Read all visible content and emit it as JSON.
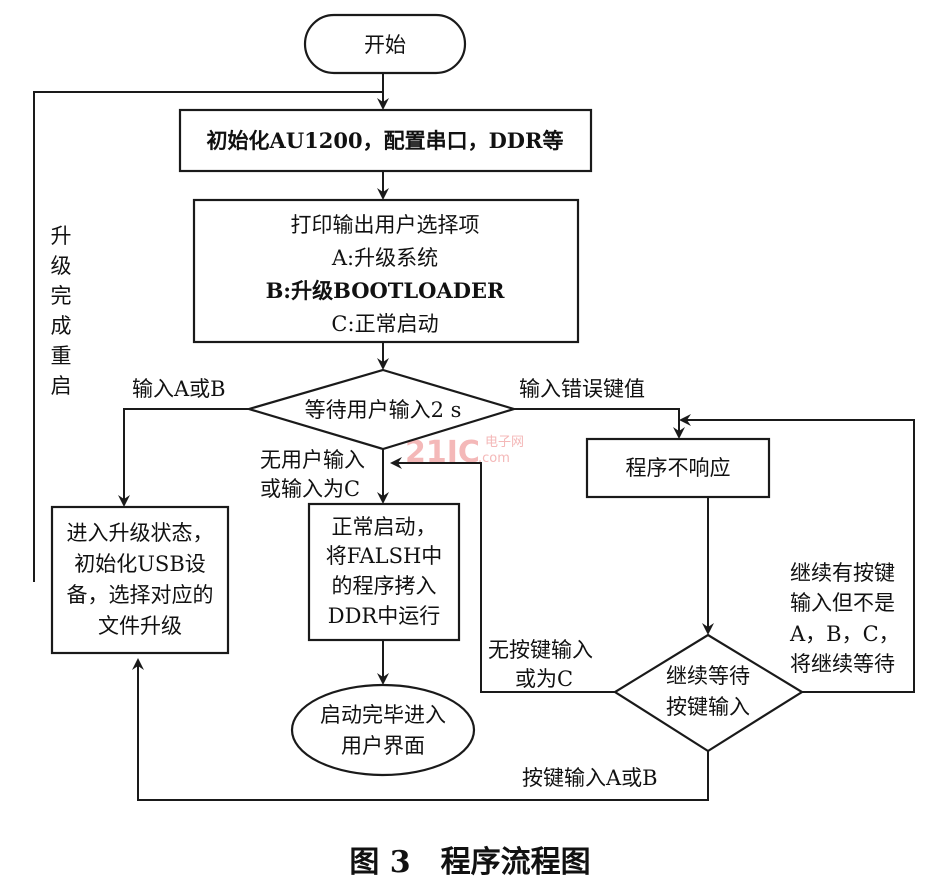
{
  "nodes": {
    "start": "开始",
    "init": "初始化AU1200，配置串口，DDR等",
    "menu": [
      "打印输出用户选择项",
      "A:升级系统",
      "B:升级BOOTLOADER",
      "C:正常启动"
    ],
    "wait_2s": "等待用户输入2 s",
    "upgrade": [
      "进入升级状态，",
      "初始化USB设",
      "备，选择对应的",
      "文件升级"
    ],
    "normal_boot": [
      "正常启动，",
      "将FALSH中",
      "的程序拷入",
      "DDR中运行"
    ],
    "boot_done": [
      "启动完毕进入",
      "用户界面"
    ],
    "no_response": "程序不响应",
    "wait_key": [
      "继续等待",
      "按键输入"
    ]
  },
  "edge_labels": {
    "upgrade_done": [
      "升",
      "级",
      "完",
      "成",
      "重",
      "启"
    ],
    "input_ab": "输入A或B",
    "input_wrong": "输入错误键值",
    "no_input_or_c": [
      "无用户输入",
      "或输入为C"
    ],
    "no_key_or_c": [
      "无按键输入",
      "或为C"
    ],
    "key_other": [
      "继续有按键",
      "输入但不是",
      "A，B，C，",
      "将继续等待"
    ],
    "key_ab": "按键输入A或B"
  },
  "watermark": {
    "logo": "21IC",
    "sub1": "电子网",
    "sub2": ".com"
  },
  "caption": "图 3　程序流程图"
}
